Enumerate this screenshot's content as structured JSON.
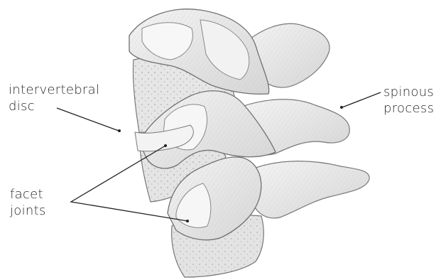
{
  "labels": {
    "intervertebral_disc": [
      "intervertebral",
      "disc"
    ],
    "spinous_process": [
      "spinous",
      "process"
    ],
    "facet_joints": [
      "facet",
      "joints"
    ]
  },
  "colors": {
    "ink": "#2a2a2a",
    "bone_light": "#eeeeee",
    "bone_shade": "#c9c9c9",
    "bone_outline": "#777777",
    "leader_line": "#222222"
  }
}
